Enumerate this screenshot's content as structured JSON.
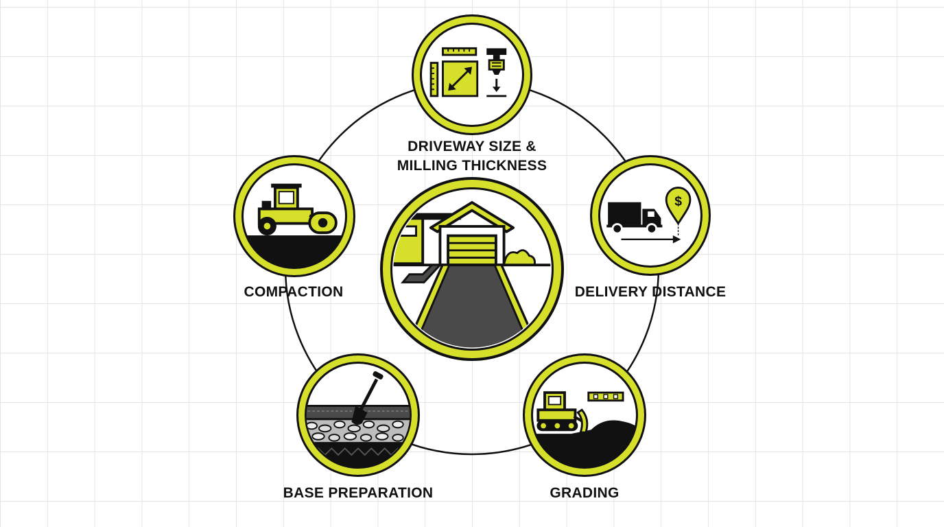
{
  "diagram": {
    "nodes": [
      {
        "id": "size",
        "label_line1": "DRIVEWAY SIZE &",
        "label_line2": "MILLING THICKNESS",
        "icon": "measure-ruler-and-press-icon"
      },
      {
        "id": "delivery",
        "label": "DELIVERY DISTANCE",
        "icon": "delivery-truck-and-price-pin-icon"
      },
      {
        "id": "grading",
        "label": "GRADING",
        "icon": "bulldozer-and-level-icon"
      },
      {
        "id": "base",
        "label": "BASE PREPARATION",
        "icon": "shovel-and-gravel-layers-icon"
      },
      {
        "id": "compaction",
        "label": "COMPACTION",
        "icon": "road-roller-icon"
      }
    ],
    "center_icon": "house-and-driveway-icon",
    "price_symbol": "$"
  },
  "colors": {
    "accent": "#d6e02a",
    "ink": "#111111",
    "asphalt": "#4a4a4a",
    "background": "#ffffff",
    "grid": "#e4e4e4"
  }
}
